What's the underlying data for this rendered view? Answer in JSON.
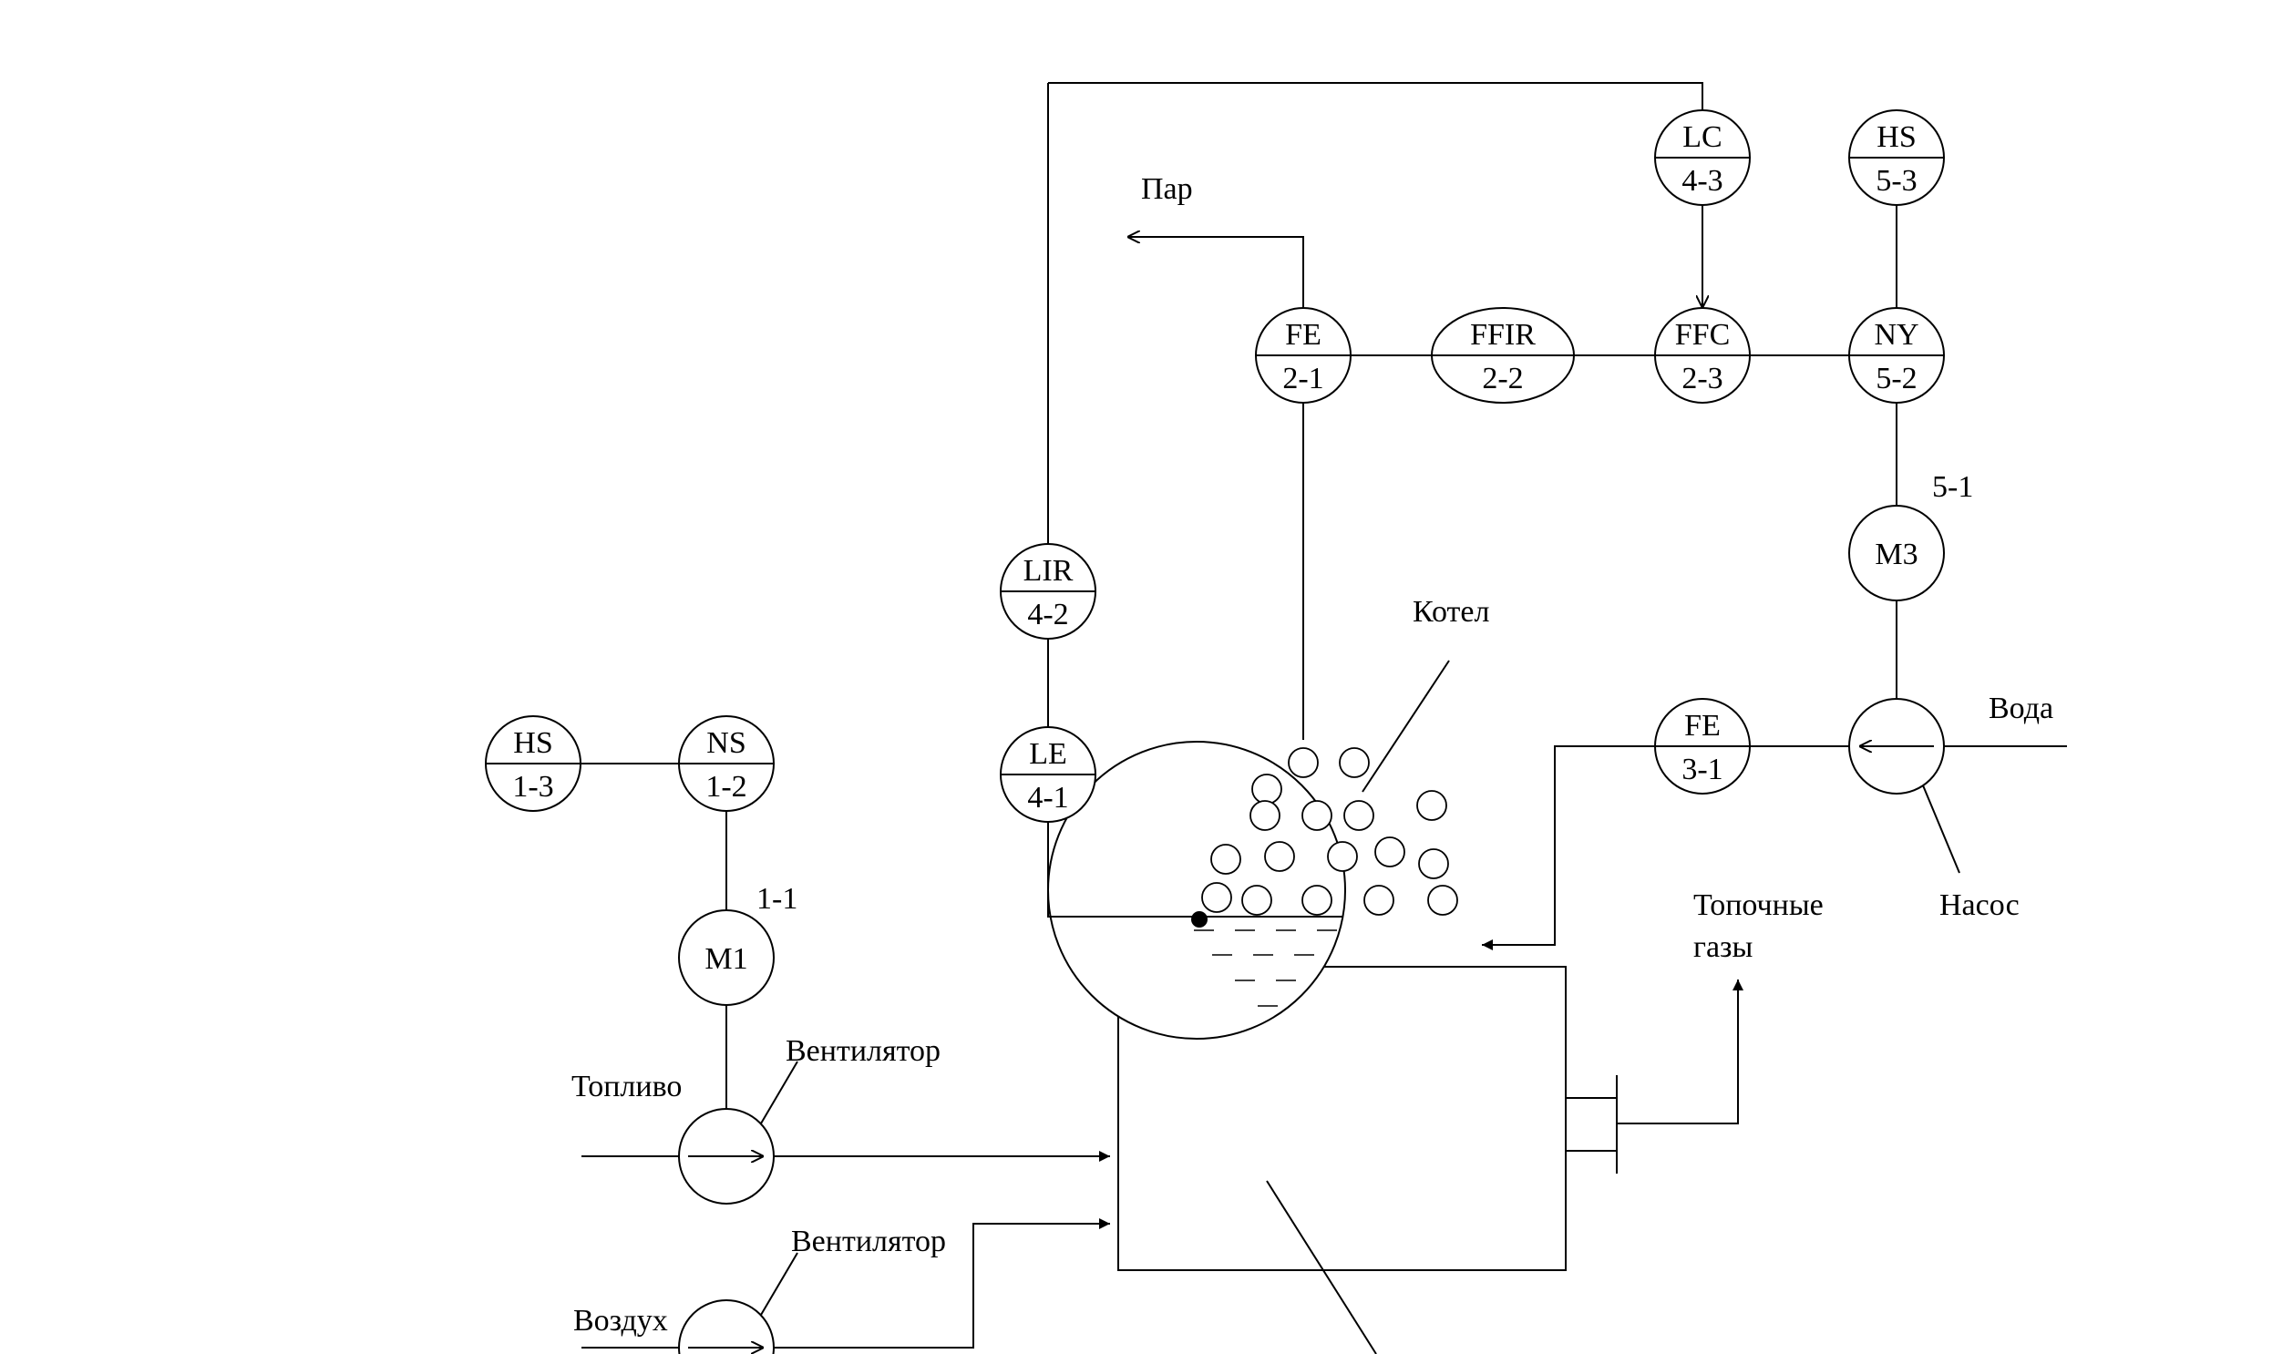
{
  "instruments": [
    {
      "id": "hs13",
      "top": "HS",
      "bottom": "1-3"
    },
    {
      "id": "ns12",
      "top": "NS",
      "bottom": "1-2"
    },
    {
      "id": "le41",
      "top": "LE",
      "bottom": "4-1"
    },
    {
      "id": "lir42",
      "top": "LIR",
      "bottom": "4-2"
    },
    {
      "id": "fe21",
      "top": "FE",
      "bottom": "2-1"
    },
    {
      "id": "ffir22",
      "top": "FFIR",
      "bottom": "2-2"
    },
    {
      "id": "ffc23",
      "top": "FFC",
      "bottom": "2-3"
    },
    {
      "id": "lc43",
      "top": "LC",
      "bottom": "4-3"
    },
    {
      "id": "hs53",
      "top": "HS",
      "bottom": "5-3"
    },
    {
      "id": "ny52",
      "top": "NY",
      "bottom": "5-2"
    },
    {
      "id": "fe31",
      "top": "FE",
      "bottom": "3-1"
    }
  ],
  "motors": [
    {
      "id": "m1",
      "label": "M1"
    },
    {
      "id": "m3",
      "label": "M3"
    }
  ],
  "labels": {
    "steam": "Пар",
    "boiler": "Котел",
    "water": "Вода",
    "pump": "Насос",
    "flue_gases_1": "Топочные",
    "flue_gases_2": "газы",
    "fuel": "Топливо",
    "air": "Воздух",
    "fan1": "Вентилятор",
    "fan2": "Вентилятор",
    "pos11": "1-1",
    "pos51": "5-1"
  }
}
